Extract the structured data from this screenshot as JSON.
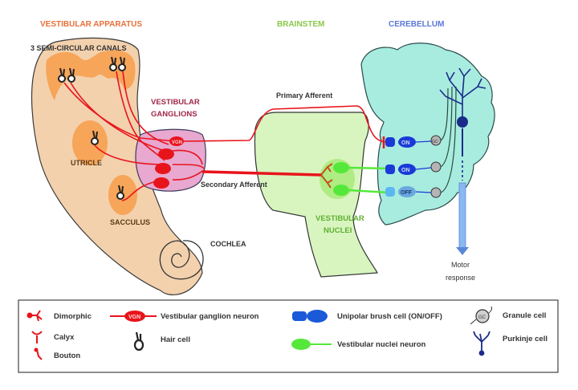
{
  "sections": {
    "vestibular_apparatus": "VESTIBULAR APPARATUS",
    "brainstem": "BRAINSTEM",
    "cerebellum": "CEREBELLUM"
  },
  "labels": {
    "semicircular_canals": "3 SEMI-CIRCULAR CANALS",
    "vestibular_ganglions_line1": "VESTIBULAR",
    "vestibular_ganglions_line2": "GANGLIONS",
    "utricle": "UTRICLE",
    "sacculus": "SACCULUS",
    "cochlea": "COCHLEA",
    "primary_afferent": "Primary Afferent",
    "secondary_afferent": "Secondary Afferent",
    "vestibular_nuclei_line1": "VESTIBULAR",
    "vestibular_nuclei_line2": "NUCLEI",
    "motor_response_line1": "Motor",
    "motor_response_line2": "response",
    "vgn": "VGN",
    "ubc_on_1": "ON",
    "ubc_on_2": "ON",
    "ubc_off": "OFF",
    "gc": "GC"
  },
  "colors": {
    "vestibular_apparatus": "#e8703a",
    "brainstem": "#7cc242",
    "cerebellum": "#4a6fd6",
    "ganglions_text": "#a0284a",
    "nuclei_text": "#5fb030",
    "neuron_red": "#e8141c",
    "apparatus_fill": "#f3d1ad",
    "organ_fill": "#f7a050",
    "ganglion_fill": "#e8a8d0",
    "brainstem_fill": "#d8f5c0",
    "cerebellum_fill": "#a8ece0",
    "ubc_on": "#1a3ad8",
    "ubc_off": "#5aa8e8",
    "nuclei_neuron": "#55e83a",
    "purkinje": "#1a2c8a",
    "granule": "#b4b4b4"
  },
  "legend": {
    "items": [
      {
        "key": "dimorphic",
        "label": "Dimorphic"
      },
      {
        "key": "calyx",
        "label": "Calyx"
      },
      {
        "key": "bouton",
        "label": "Bouton"
      },
      {
        "key": "vgn",
        "label": "Vestibular ganglion neuron",
        "badge": "VGN"
      },
      {
        "key": "hair_cell",
        "label": "Hair cell"
      },
      {
        "key": "ubc",
        "label": "Unipolar brush cell (ON/OFF)"
      },
      {
        "key": "vn_neuron",
        "label": "Vestibular nuclei neuron"
      },
      {
        "key": "granule",
        "label": "Granule cell",
        "badge": "GC"
      },
      {
        "key": "purkinje",
        "label": "Purkinje cell"
      }
    ]
  }
}
